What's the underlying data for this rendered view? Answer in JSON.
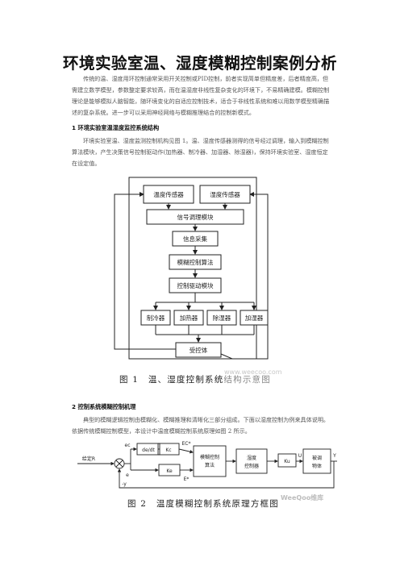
{
  "title": "环境实验室温、湿度模糊控制案例分析",
  "intro": "传统的温、湿度用环控制通常采用开关控制或PID控制，前者实现简单但精度差，后者精度高，但需建立数学模型，参数整定要求较高，而在温湿度非线性复杂变化的环境下，不易精确建模。模糊控制理论是能够模拟人脑智能，随环境变化的自适应控制技术，适合于非线性系统和难以用数学模型精确描述的复杂系统。进一步可以采用神经网络与模糊推理结合的控制新模式。",
  "section1": {
    "heading": "1 环境实验室温湿度监控系统结构",
    "text": "环境实验室温、湿度监测控制机构见图 1。温、湿度传感器测得的信号经过调理，输入到模糊控制算法模块，产生决策信号控制驱动作(加热器、制冷器、加湿器、除湿器)，保持环境实验室、湿度恒定在设定值。"
  },
  "figure1": {
    "boxes": {
      "temp_sensor": "温度传感器",
      "hum_sensor": "湿度传感器",
      "signal": "信号调理模块",
      "acquire": "信息采集",
      "fuzzy": "模糊控制算法",
      "drive": "控制驱动模块",
      "cooler": "制冷器",
      "heater": "加热器",
      "dehum": "除湿器",
      "hum": "加湿器",
      "plant": "受控体"
    },
    "caption": "图 1　温、湿度控制系统",
    "caption_tail": "结构示意图",
    "watermark": "www.weecoo.com"
  },
  "section2": {
    "heading": "2 控制系统模糊控制机理",
    "text": "典型的模糊逻辑控制由模糊化、模糊推理和清晰化三部分组成。下面以湿度控制为例来具体说明。依据传统模糊控制模型，本设计中温度模糊控制系统原理如图 2 所示。"
  },
  "figure2": {
    "setpoint": "给定R",
    "ec": "ec",
    "e": "e",
    "deriv": "de/dt",
    "ke": "Ke",
    "kec": "Kc",
    "ec_star": "EC*",
    "e_star": "E*",
    "fuzzy": [
      "模糊控制",
      "算法"
    ],
    "regulator": [
      "湿度",
      "控制器"
    ],
    "ku": "Ku",
    "u": "U",
    "plant": [
      "被调",
      "物体"
    ],
    "y_out": "Y",
    "y_fb": "-y",
    "caption": "图 2　温度模糊控制系统原理方框图",
    "watermark": "WeeQoo维库"
  }
}
